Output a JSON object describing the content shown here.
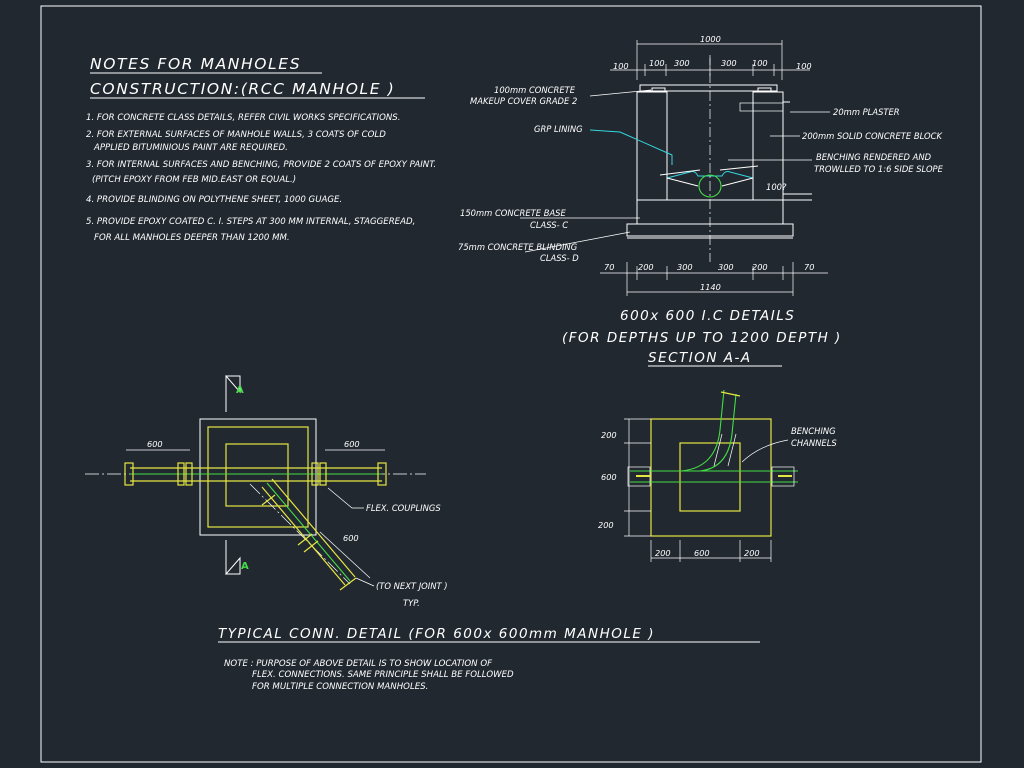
{
  "notes": {
    "title_line1": "NOTES FOR MANHOLES",
    "title_line2": "CONSTRUCTION:(RCC MANHOLE )",
    "items": [
      "1. FOR CONCRETE CLASS DETAILS, REFER CIVIL WORKS SPECIFICATIONS.",
      "2. FOR EXTERNAL SURFACES OF MANHOLE WALLS, 3 COATS OF COLD",
      "APPLIED BITUMINIOUS PAINT ARE REQUIRED.",
      "3. FOR INTERNAL SURFACES AND BENCHING, PROVIDE 2 COATS OF EPOXY PAINT.",
      "(PITCH EPOXY FROM FEB MID.EAST OR EQUAL.)",
      "4. PROVIDE BLINDING ON POLYTHENE SHEET, 1000 GUAGE.",
      "5. PROVIDE EPOXY COATED C. I. STEPS AT 300 MM INTERNAL,  STAGGEREAD,",
      "FOR ALL MANHOLES DEEPER THAN 1200 MM."
    ]
  },
  "section": {
    "dims_top": {
      "overall": "1000",
      "a": "100",
      "b": "100",
      "c": "300",
      "d": "300",
      "e": "100",
      "f": "100"
    },
    "dims_bottom": {
      "a": "70",
      "b": "200",
      "c": "300",
      "d": "300",
      "e": "200",
      "f": "70",
      "overall": "1140"
    },
    "labels": {
      "cover_l1": "100mm  CONCRETE",
      "cover_l2": "MAKEUP COVER GRADE 2",
      "grp": "GRP LINING",
      "plaster": "20mm  PLASTER",
      "block": "200mm  SOLID CONCRETE BLOCK",
      "bench_l1": "BENCHING RENDERED AND",
      "bench_l2": "TROWLLED TO 1:6 SIDE SLOPE",
      "pipe": "100?",
      "base_l1": "150mm  CONCRETE BASE",
      "base_l2": "CLASS- C",
      "blind_l1": "75mm  CONCRETE BLINDING",
      "blind_l2": "CLASS- D"
    },
    "title_line1": "600x 600 I.C DETAILS",
    "title_line2": "(FOR DEPTHS UP TO 1200 DEPTH )",
    "title_line3": "SECTION A-A"
  },
  "plan": {
    "section_mark": "A",
    "dim_left": "600",
    "dim_right": "600",
    "dim_diag": "600",
    "flex_label": "FLEX. COUPLINGS",
    "next_joint": "(TO NEXT JOINT )",
    "typ": "TYP."
  },
  "bench_plan": {
    "label_l1": "BENCHING",
    "label_l2": "CHANNELS",
    "dim_top": "200",
    "dim_mid": "600",
    "dim_bot": "200",
    "dim_b1": "200",
    "dim_b2": "600",
    "dim_b3": "200"
  },
  "footer": {
    "title": "TYPICAL CONN. DETAIL (FOR 600x 600mm MANHOLE )",
    "note_l1": "NOTE : PURPOSE OF ABOVE DETAIL IS TO  SHOW LOCATION OF",
    "note_l2": "FLEX. CONNECTIONS. SAME PRINCIPLE SHALL BE FOLLOWED",
    "note_l3": "FOR MULTIPLE CONNECTION MANHOLES."
  },
  "colors": {
    "background": "#212830",
    "linework": "#ffffff",
    "pipe": "#e6e640",
    "flow": "#44dd44",
    "lining": "#35d6e0"
  }
}
